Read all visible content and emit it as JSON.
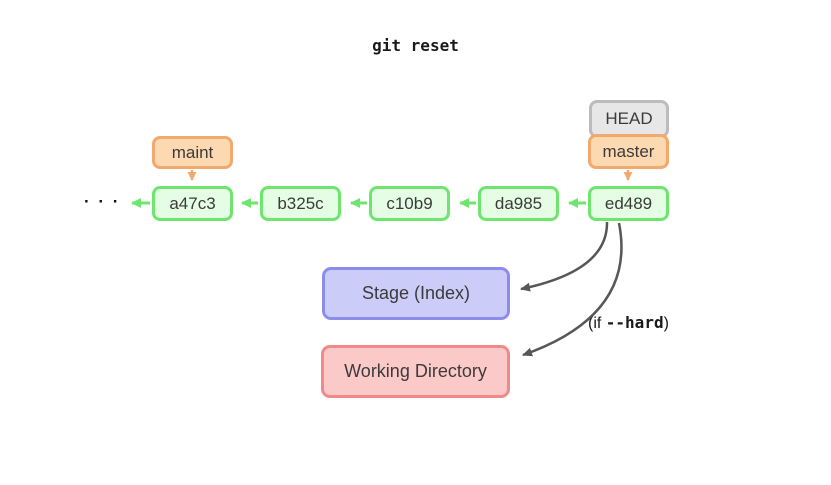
{
  "title": "git reset",
  "colors": {
    "commit_fill": "#e5fde5",
    "commit_border": "#6fe46f",
    "branch_fill": "#fcd9b0",
    "branch_border": "#f2a96e",
    "head_fill": "#e7e7e7",
    "head_border": "#bcbcbc",
    "stage_fill": "#ccccf8",
    "stage_border": "#8c8cec",
    "working_fill": "#fcc9c9",
    "working_border": "#f28989",
    "reset_arrow": "#575757"
  },
  "diagram": {
    "ellipsis": "· · ·",
    "commits": [
      "a47c3",
      "b325c",
      "c10b9",
      "da985",
      "ed489"
    ],
    "refs": {
      "head": "HEAD",
      "master": "master",
      "maint": "maint"
    },
    "areas": {
      "stage": "Stage (Index)",
      "working": "Working Directory"
    },
    "annotation": {
      "prefix": "(if ",
      "code": "--hard",
      "suffix": ")"
    }
  }
}
